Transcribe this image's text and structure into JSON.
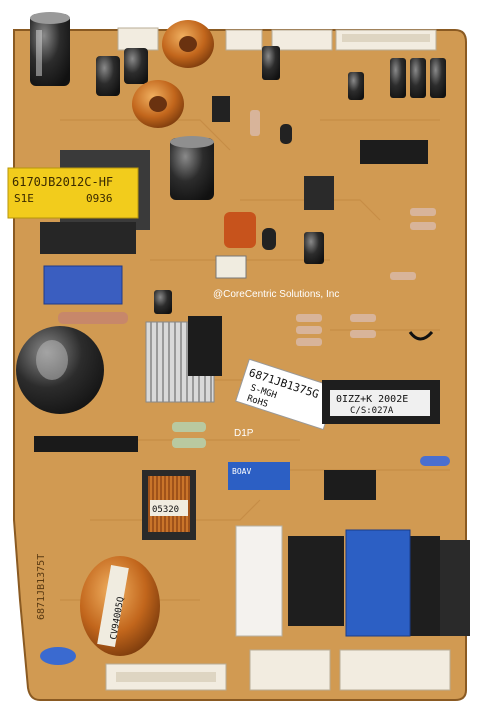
{
  "photo": {
    "subject": "refrigerator main control PCB",
    "watermark": "@CoreCentric Solutions, Inc",
    "transformer_label_line1": "6170JB2012C-HF",
    "transformer_label_line2": "S1E",
    "transformer_label_line3": "0936",
    "regulator_label": "6871JB1375G",
    "regulator_sub": "S-MGH",
    "regulator_sub2": "RoHS",
    "eprom_label": "0IZZ+K 2002E",
    "eprom_sub": "C/S:027A",
    "coil_label": "CV94005Q",
    "choke_label": "05320",
    "board_edge_label": "6871JB1375T",
    "fuse_label": "D1P",
    "blue_sticker": "BOAV",
    "colors": {
      "board": "#d19a52",
      "board_dark": "#b07a3a",
      "connector": "#f2ece0",
      "transformer": "#f2cc1c",
      "relay_blue": "#2c5fc4",
      "relay_black": "#1e1e1e",
      "copper": "#c9742a"
    }
  }
}
